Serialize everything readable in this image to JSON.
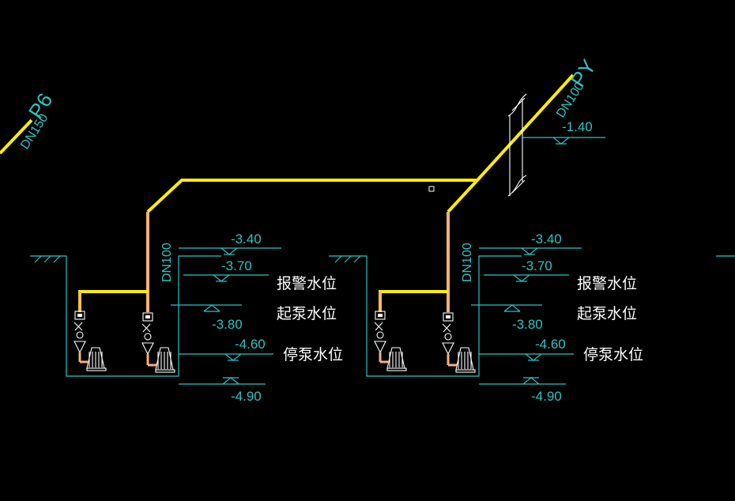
{
  "colors": {
    "background": "#000000",
    "dimension": "#2fc3c3",
    "main_pipe": "#ffee00",
    "riser_pipe": "#f7b27a",
    "text": "#ffffff"
  },
  "pipes": {
    "left_label_dn": "DN150",
    "left_label_code": "P6",
    "right_label_dn": "DN100",
    "right_label_code": "PY",
    "right_elevation": "-1.40",
    "riser_left_dn": "DN100",
    "riser_right_dn": "DN100"
  },
  "pits": [
    {
      "levels": [
        "-3.40",
        "-3.70",
        "-3.80",
        "-4.60",
        "-4.90"
      ],
      "alarm_level": "报警水位",
      "start_level": "起泵水位",
      "stop_level": "停泵水位"
    },
    {
      "levels": [
        "-3.40",
        "-3.70",
        "-3.80",
        "-4.60",
        "-4.90"
      ],
      "alarm_level": "报警水位",
      "start_level": "起泵水位",
      "stop_level": "停泵水位"
    }
  ]
}
